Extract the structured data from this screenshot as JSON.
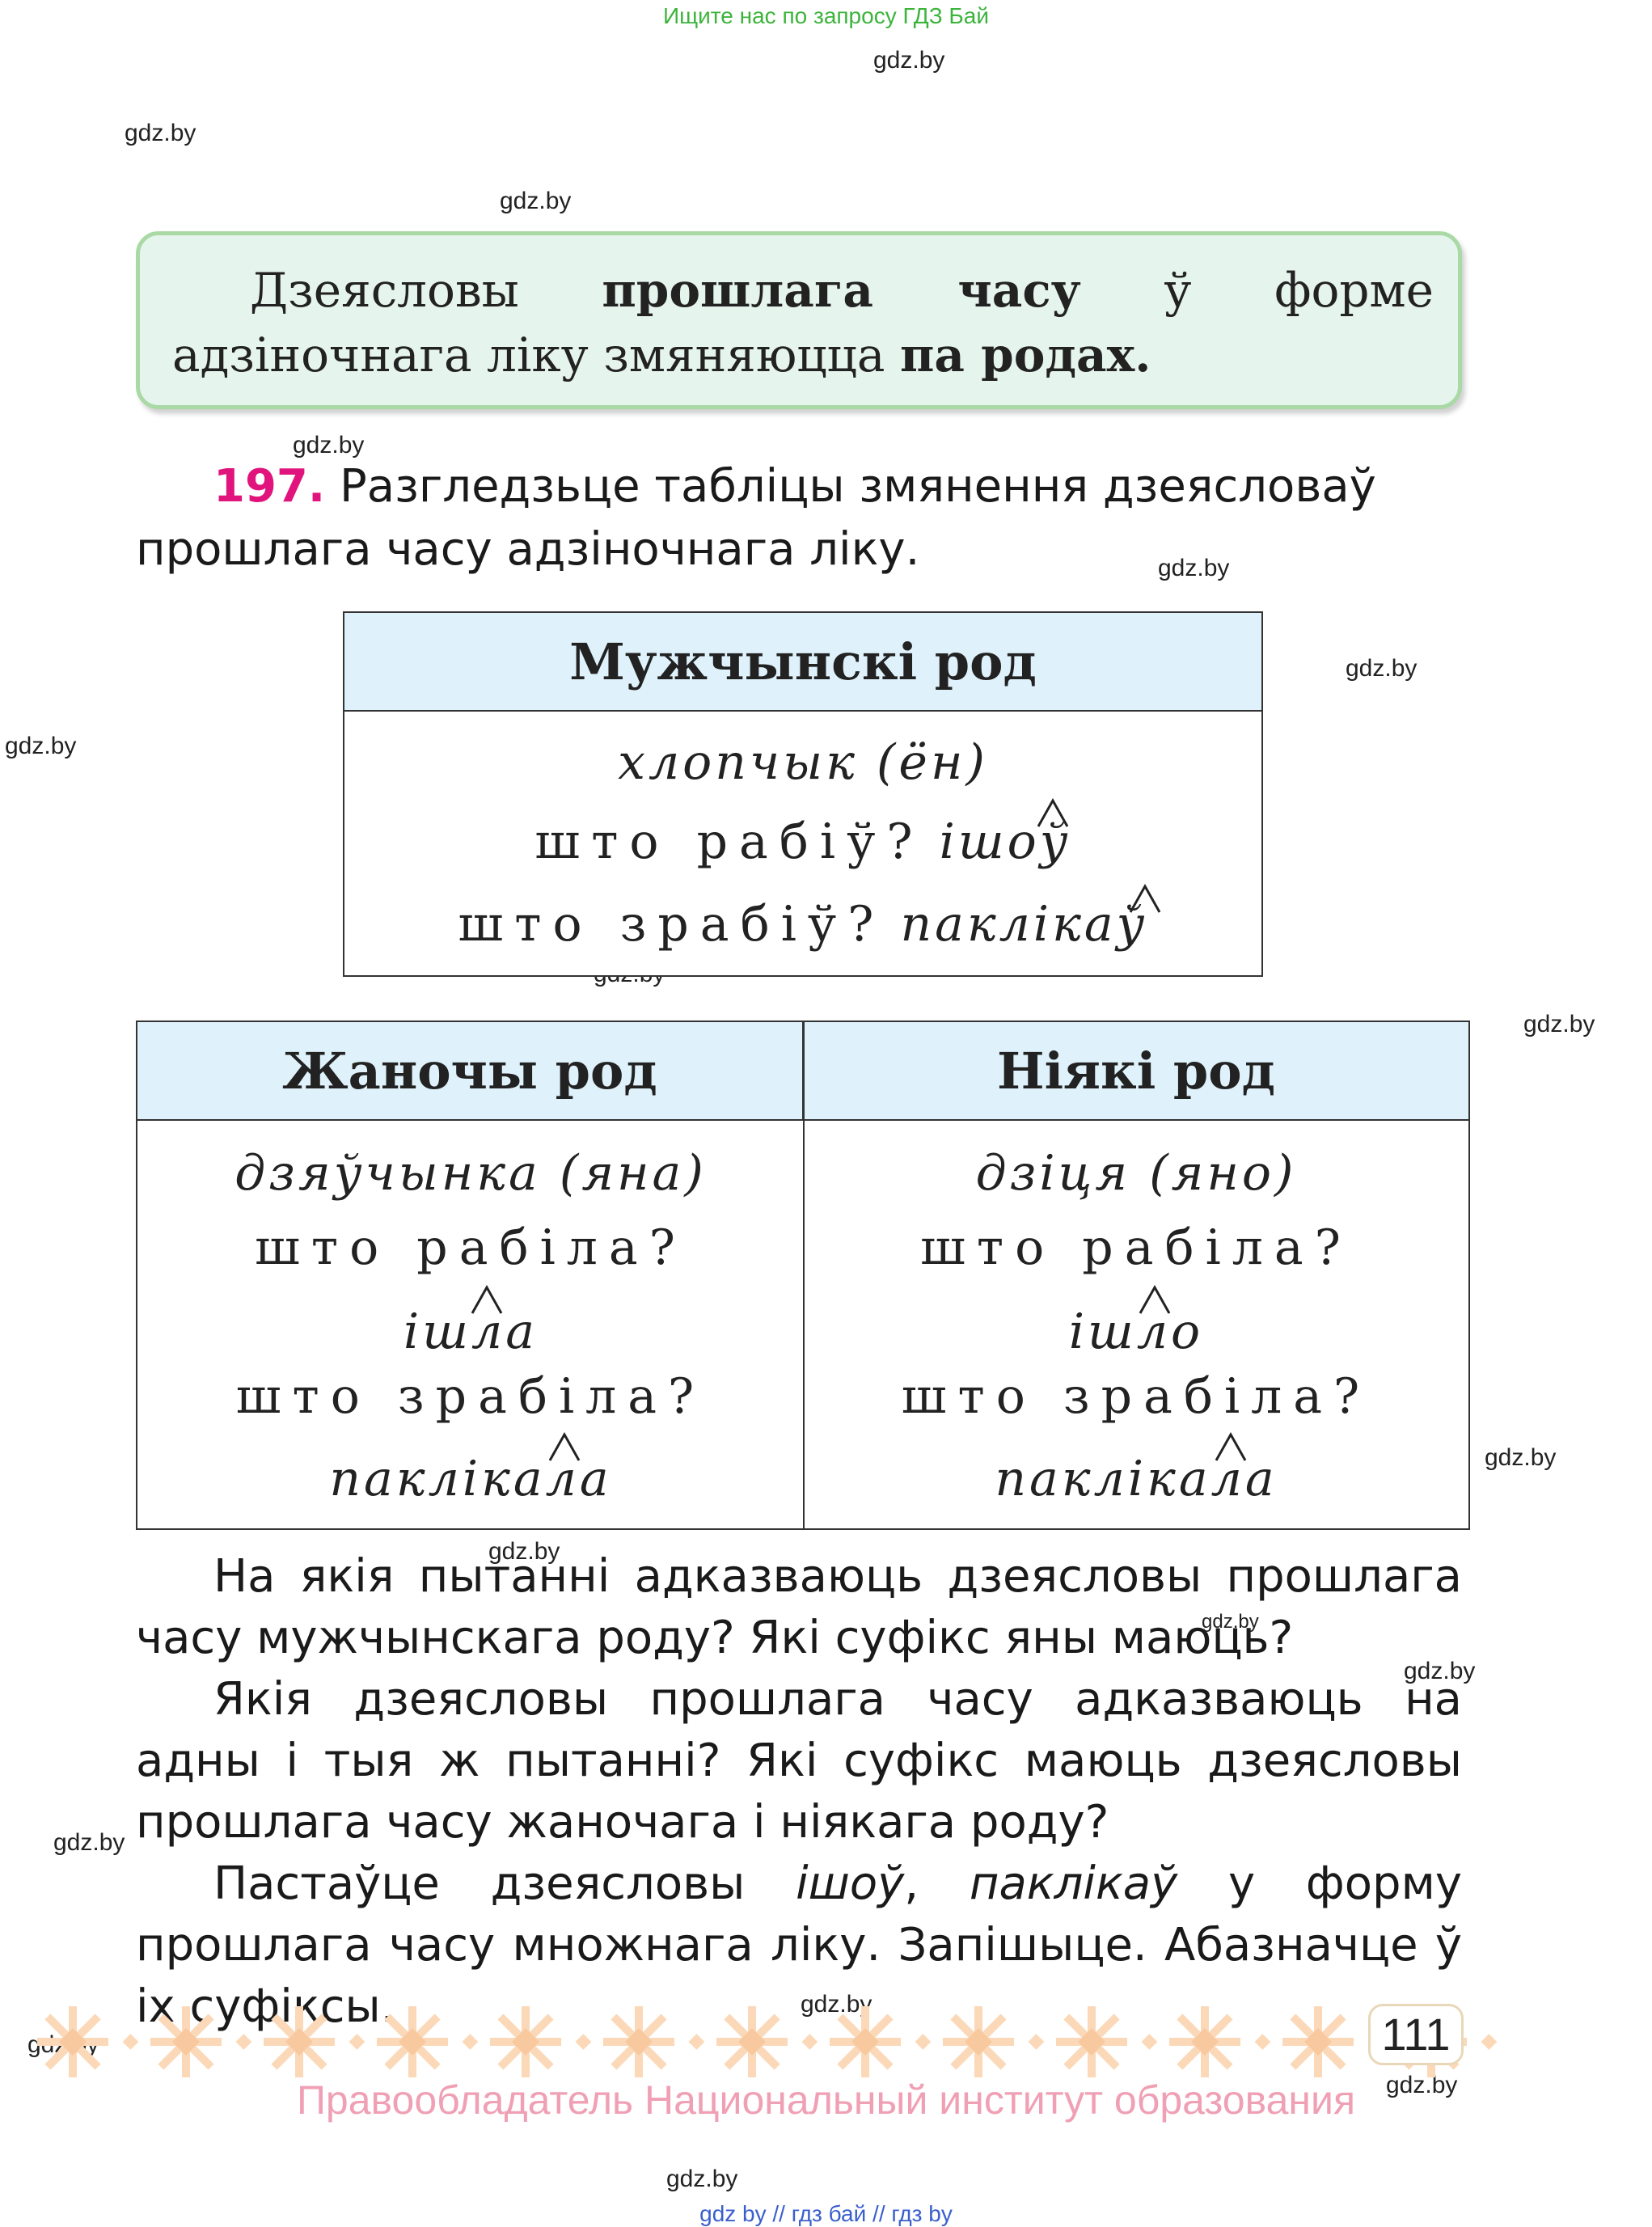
{
  "header": {
    "search_hint": "Ищите нас по запросу ГДЗ Бай"
  },
  "watermark": "gdz.by",
  "rule": {
    "part1": "Дзеясловы ",
    "bold1": "прошлага часу",
    "part2": " ў форме адзіночнага ліку змяняюцца ",
    "bold2": "па родах",
    "part3": "."
  },
  "exercise": {
    "number": "197",
    "dot": ".",
    "text_line1": " Разгледзьце табліцы змянення дзеясловаў",
    "text_line2": "прошлага часу адзіночнага ліку."
  },
  "masc_table": {
    "header": "Мужчынскі род",
    "noun": "хлопчык (ён)",
    "q1": "што рабіў?",
    "a1": "ішоў",
    "q2": "што зрабіў?",
    "a2": "паклікаў"
  },
  "fem_table": {
    "header": "Жаночы род",
    "noun": "дзяўчынка (яна)",
    "q1": "што рабіла?",
    "a1": "ішла",
    "q2": "што зрабіла?",
    "a2": "паклікала"
  },
  "neut_table": {
    "header": "Ніякі род",
    "noun": "дзіця (яно)",
    "q1": "што рабіла?",
    "a1": "ішло",
    "q2": "што зрабіла?",
    "a2": "паклікала"
  },
  "questions": {
    "p1": "На якія пытанні адказваюць дзеясловы прошлага часу мужчынскага роду? Які суфікс яны маюць?",
    "p2": "Якія дзеясловы прошлага часу адказваюць на адны і тыя ж пытанні? Які суфікс маюць дзеясловы прошлага часу жаночага і ніякага роду?",
    "p3_a": "Пастаўце дзеясловы ",
    "p3_w1": "ішоў",
    "p3_comma": ", ",
    "p3_w2": "паклікаў",
    "p3_b": " у форму прошлага часу множнага ліку. Запішыце. Абазначце ў іх суфіксы."
  },
  "footer": {
    "page_number": "111",
    "rights": "Правообладатель Национальный институт образования",
    "links": "gdz by  //  гдз бай  //  гдз by"
  }
}
